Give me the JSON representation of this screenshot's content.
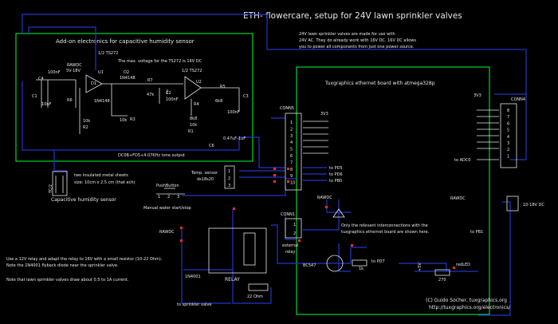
{
  "title": "ETH- flowercare, setup for 24V lawn sprinkler valves",
  "addon_board": {
    "title": "Add-on electronics for capacitive humidity sensor",
    "ts272_top": "1/2 TS272",
    "max_voltage": "The max. voltage for the TS272 is 16V DC",
    "dc_note": "DC0B+FD5+4.07KHz tone output",
    "cap_label": "0.47uF-1uF",
    "cap_name": "C6"
  },
  "components": {
    "rawdc": "RAWDC",
    "rawdc_range": "5V-18V",
    "c4": "C4",
    "c4v": "100nF",
    "c1": "C1",
    "c1v": "10nF",
    "r6": "R6",
    "r2": "R2",
    "r2v": "10k",
    "u1": "U1",
    "u2": "U2",
    "d2": "D2",
    "d1": "1N4148",
    "d2v": "1N4148",
    "d1name": "D1",
    "r3": "R3",
    "r3v": "10k",
    "r7": "R7",
    "r7v": "47k",
    "c2": "C2",
    "c2v": "100nF",
    "r4": "R4",
    "r1": "R1",
    "r1v": "10k",
    "r8": "8k8",
    "r5": "R5",
    "r5v": "6k8",
    "c3": "C3",
    "c3v": "100nF",
    "u2_half": "1/2 TS272"
  },
  "sensor": {
    "desc_line1": "two insulated metal sheets",
    "desc_line2": "size: 10cm x 2.5 cm (that ech)",
    "label": "Capacitive humidity sensor",
    "pin": "TC/2"
  },
  "temp": {
    "label": "Temp. sensor",
    "part": "ds18s20",
    "pins": [
      "1",
      "2",
      "3"
    ]
  },
  "pushbutton": {
    "label": "PushButton",
    "caption": "Manual water start/stop",
    "pins": [
      "1",
      "2",
      "3"
    ]
  },
  "conn5": {
    "label": "CONN5",
    "pins": [
      "1",
      "2",
      "3",
      "4",
      "5",
      "6",
      "7",
      "8",
      "9",
      "10"
    ]
  },
  "conn1": {
    "label": "CONN1",
    "pins": [
      "1",
      "2"
    ],
    "caption_line1": "external",
    "caption_line2": "relay"
  },
  "conn4": {
    "label": "CONN4",
    "pins": [
      "8",
      "7",
      "6",
      "5",
      "4",
      "3",
      "2",
      "1"
    ]
  },
  "conn2": {
    "label": "10-18V DC"
  },
  "main_board": {
    "top_note_1": "24V lawn sprinkler valves are made for use with",
    "top_note_2": "24V AC. They do already work with 16V DC. 16V DC allows",
    "top_note_3": "you to power all components from just one power source.",
    "title": "Tuxgraphics ethernet board with atmega328p",
    "v3v3": "3V3",
    "v3v3b": "3V3",
    "to_adc0": "to ADC0",
    "to_pd5": "to PD5",
    "to_pd6": "to PD6",
    "to_pb0": "to PB0",
    "to_pd7": "to PD7",
    "to_pb1": "to PB1",
    "rawdc_left": "RAWDC",
    "rawdc_right": "RAWDC",
    "interconnect_1": "Only the relevant interconnections with the",
    "interconnect_2": "tuxgraphics ethernet board are shown here."
  },
  "relay": {
    "rawdc": "RAWDC",
    "label": "RELAY",
    "diode": "1N4001",
    "resistor": "22 Ohm",
    "to_valve": "to sprinkler valve",
    "transistor": "BC547",
    "tr_r": "1k",
    "led": "redLED",
    "led_r": "270",
    "vcc": "+5V"
  },
  "notes": {
    "n1": "Use a 12V relay and adapt the relay to 16V with a small resistor (10-22 Ohm).",
    "n2": "Note the 1N4001 flyback diode near the sprinkler valve.",
    "n3": "Note that lawn sprinkler valves draw about 0.5 to 1A current."
  },
  "copyright": {
    "line1": "(C) Guido Socher, tuxgraphics.org",
    "line2": "http://tuxgraphics.org/electronics/"
  }
}
